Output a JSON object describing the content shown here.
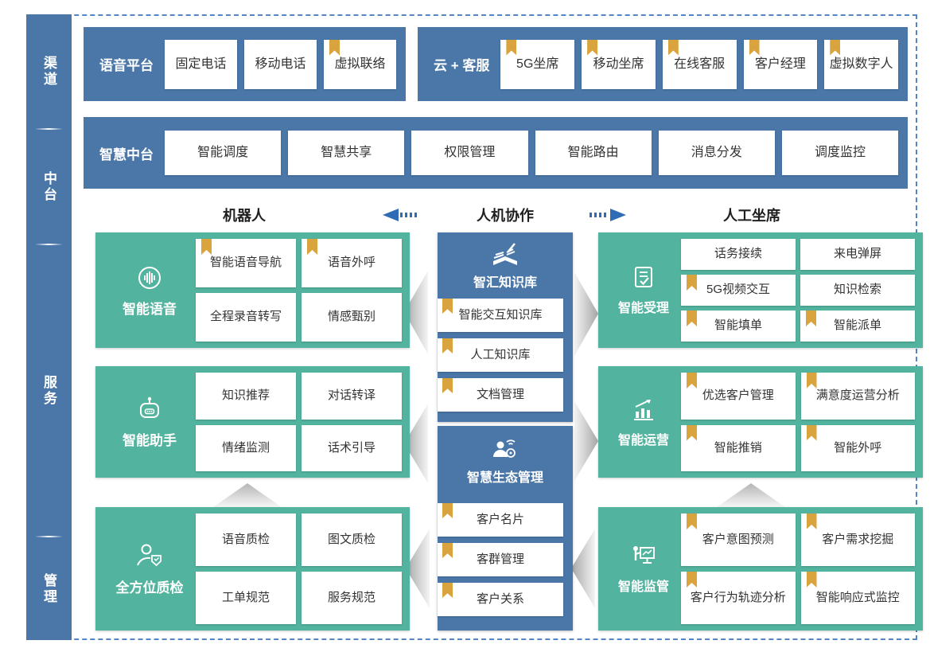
{
  "colors": {
    "blue": "#4a77a8",
    "teal": "#52b39e",
    "gold": "#d9a33e",
    "arrow_blue": "#2e6db5",
    "border_dash": "#5585c5",
    "chevron_gray": "#aaaaaa"
  },
  "sidebar": {
    "items": [
      {
        "label": "渠道"
      },
      {
        "label": "中台"
      },
      {
        "label": "服务"
      },
      {
        "label": "管理"
      }
    ]
  },
  "channel_row": {
    "voice_platform": {
      "title": "语音平台",
      "items": [
        {
          "label": "固定电话",
          "flag": false
        },
        {
          "label": "移动电话",
          "flag": false
        },
        {
          "label": "虚拟联络",
          "flag": true
        }
      ]
    },
    "cloud_service": {
      "title": "云 + 客服",
      "items": [
        {
          "label": "5G坐席",
          "flag": true
        },
        {
          "label": "移动坐席",
          "flag": true
        },
        {
          "label": "在线客服",
          "flag": true
        },
        {
          "label": "客户经理",
          "flag": true
        },
        {
          "label": "虚拟数字人",
          "flag": true
        }
      ]
    }
  },
  "platform_row": {
    "title": "智慧中台",
    "items": [
      {
        "label": "智能调度",
        "flag": false
      },
      {
        "label": "智慧共享",
        "flag": false
      },
      {
        "label": "权限管理",
        "flag": false
      },
      {
        "label": "智能路由",
        "flag": false
      },
      {
        "label": "消息分发",
        "flag": false
      },
      {
        "label": "调度监控",
        "flag": false
      }
    ]
  },
  "collab_header": {
    "left": "机器人",
    "center": "人机协作",
    "right": "人工坐席"
  },
  "service": {
    "left_blocks": [
      {
        "title": "智能语音",
        "icon": "voice-icon",
        "items": [
          {
            "label": "智能语音导航",
            "flag": true
          },
          {
            "label": "语音外呼",
            "flag": true
          },
          {
            "label": "全程录音转写",
            "flag": false
          },
          {
            "label": "情感甄别",
            "flag": false
          }
        ]
      },
      {
        "title": "智能助手",
        "icon": "robot-icon",
        "items": [
          {
            "label": "知识推荐",
            "flag": false
          },
          {
            "label": "对话转译",
            "flag": false
          },
          {
            "label": "情绪监测",
            "flag": false
          },
          {
            "label": "话术引导",
            "flag": false
          }
        ]
      },
      {
        "title": "全方位质检",
        "icon": "inspector-shield-icon",
        "items": [
          {
            "label": "语音质检",
            "flag": false
          },
          {
            "label": "图文质检",
            "flag": false
          },
          {
            "label": "工单规范",
            "flag": false
          },
          {
            "label": "服务规范",
            "flag": false
          }
        ]
      }
    ],
    "middle_blocks": [
      {
        "title": "智汇知识库",
        "icon": "knowledge-book-icon",
        "items": [
          {
            "label": "智能交互知识库",
            "flag": true
          },
          {
            "label": "人工知识库",
            "flag": true
          },
          {
            "label": "文档管理",
            "flag": true
          }
        ]
      },
      {
        "title": "智慧生态管理",
        "icon": "ecosystem-person-icon",
        "items": [
          {
            "label": "客户名片",
            "flag": true
          },
          {
            "label": "客群管理",
            "flag": true
          },
          {
            "label": "客户关系",
            "flag": true
          }
        ]
      }
    ],
    "right_blocks": [
      {
        "title": "智能受理",
        "icon": "doc-check-icon",
        "items": [
          {
            "label": "话务接续",
            "flag": false
          },
          {
            "label": "来电弹屏",
            "flag": false
          },
          {
            "label": "5G视频交互",
            "flag": true
          },
          {
            "label": "知识检索",
            "flag": false
          },
          {
            "label": "智能填单",
            "flag": true
          },
          {
            "label": "智能派单",
            "flag": true
          }
        ]
      },
      {
        "title": "智能运营",
        "icon": "trend-chart-icon",
        "items": [
          {
            "label": "优选客户管理",
            "flag": true
          },
          {
            "label": "满意度运营分析",
            "flag": true
          },
          {
            "label": "智能推销",
            "flag": true
          },
          {
            "label": "智能外呼",
            "flag": true
          }
        ]
      },
      {
        "title": "智能监管",
        "icon": "presenter-board-icon",
        "items": [
          {
            "label": "客户意图预测",
            "flag": true
          },
          {
            "label": "客户需求挖掘",
            "flag": true
          },
          {
            "label": "客户行为轨迹分析",
            "flag": true
          },
          {
            "label": "智能响应式监控",
            "flag": true
          }
        ]
      }
    ]
  }
}
